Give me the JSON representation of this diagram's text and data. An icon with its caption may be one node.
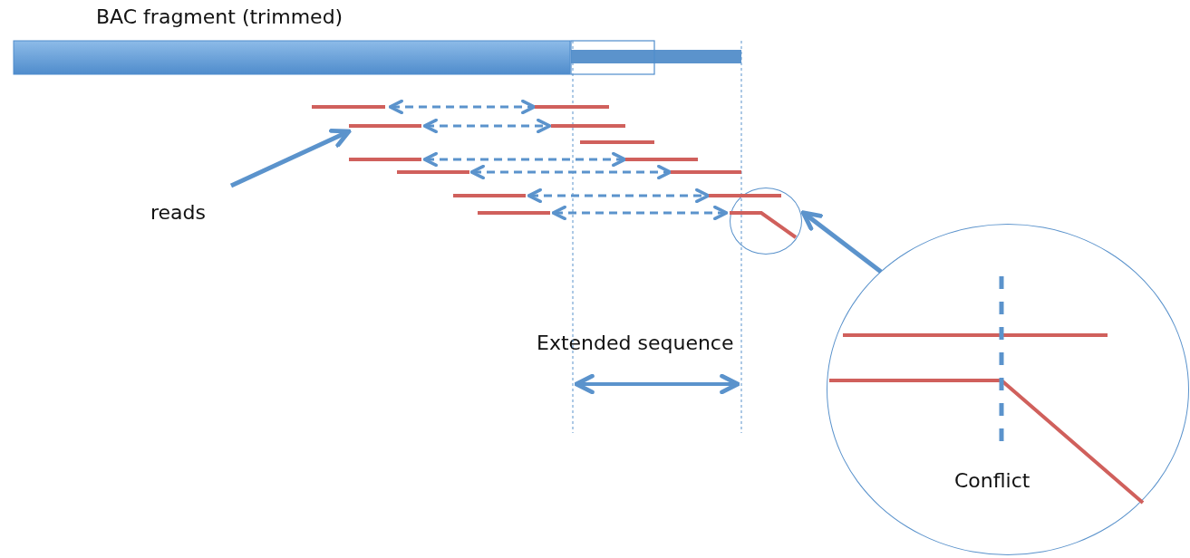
{
  "diagram": {
    "nodes": [
      {
        "text": [
          "BAC fragment (trimmed)"
        ]
      },
      {
        "text": [
          "reads"
        ]
      },
      {
        "text": [],
        "shape": "circle"
      },
      {
        "text": [
          "Conflict"
        ]
      },
      {
        "text": [],
        "shape": "bar"
      }
    ],
    "edges": [
      {
        "from": 1,
        "to": 4,
        "arrow": "to"
      },
      {
        "from": 3,
        "to": 2,
        "arrow": "to"
      }
    ],
    "labels": [
      "Extended sequence"
    ]
  }
}
